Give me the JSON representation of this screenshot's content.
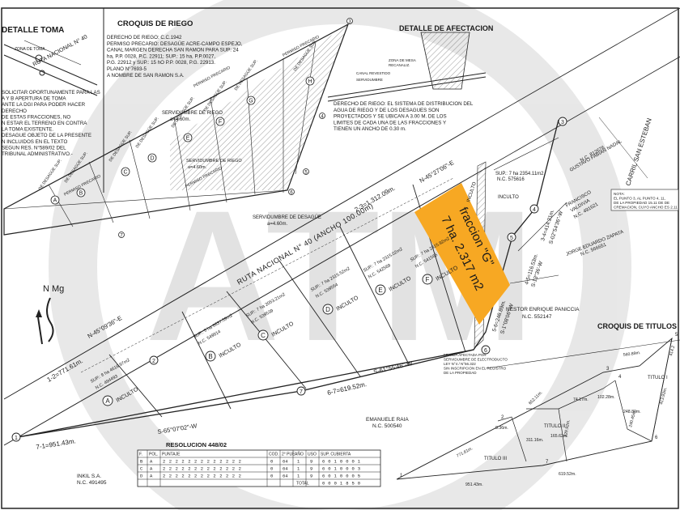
{
  "headers": {
    "toma": "DETALLE TOMA",
    "croquis_riego": "CROQUIS DE RIEGO",
    "afectacion": "DETALLE DE AFECTACION",
    "titulos": "CROQUIS DE TITULOS"
  },
  "highlight": {
    "line1": "fraccion \"G\"",
    "line2": "7 ha. 2.317 m2",
    "color": "#f7a823"
  },
  "watermark": "ATM",
  "roads": {
    "ruta_main": "RUTA NACIONAL N° 40  (ANCHO 100.00m)",
    "ruta_toma": "RUTA NACIONAL N° 40",
    "carril": "CARRIL SAN ESTEBAN"
  },
  "north": "N Mg",
  "riego_text": [
    "DERECHO DE RIEGO: C.C.1942",
    "PERMISO PRECARIO: DESAGÜE ACRE-CAMPO ESPEJO,",
    "CANAL MARGEN DERECHA SAN RAMON PARA SUP: 24",
    "ha, P.P. 0028, P.C. 22911; SUP.: 15 ha, P.P.0027,",
    "P.G. 22912 y SUP.: 15 hO P.P. 0028, P.G. 22913.",
    "PLANO N°7693-5",
    "A NOMBRE DE SAN RAMON S.A."
  ],
  "afect_text": [
    "DERECHO DE RIEGO: EL SISTEMA DE DISTRIBUCION DEL",
    "AGUA DE RIEGO Y DE LOS DESAGUES SON",
    "PROYECTADOS Y SE UBICAN A 3.00 M. DE LOS",
    "LIMITES DE CADA UNA DE LAS FRACCIONES Y",
    "TIENEN UN ANCHO DE 0.30 m."
  ],
  "left_text": [
    "SOLICITAR OPORTUNAMENTE PARA LAS",
    "A Y B APERTURA DE TOMA",
    "ANTE LA DGI PARA PODER HACER",
    "DERECHO",
    "DE ESTAS FRACCIONES, NO",
    "N ESTAR EL TERRENO EN CONTRA",
    "LA TOMA EXISTENTE.",
    "DESAGUE OBJETO DE LA PRESENTE",
    "N INCLUIDOS EN EL TEXTO",
    "SEGUN RES. N°589/02 DEL",
    "TRIBUNAL ADMINISTRATIVO.-"
  ],
  "servidumbres": {
    "riego": "SERVIDUMBRE DE RIEGO",
    "riego_w": "a=4.60m.",
    "desague": "SERVIDUMBRE DE DESAGÜE",
    "desague_w": "a=4.60m.",
    "permiso1": "PERMISO PRECARIO",
    "permiso2": "PERMISO PRECARIO",
    "permiso3": "PERMISO PRECARIO"
  },
  "fractions": [
    {
      "id": "A",
      "label": "INCULTO",
      "sup": "SUP.: 8 ha 4618.97m2",
      "nc": "N.C. 494493"
    },
    {
      "id": "B",
      "label": "INCULTO",
      "sup": "SUP.: 5 ha 6637.59m2",
      "nc": "N.C. 549914"
    },
    {
      "id": "C",
      "label": "INCULTO",
      "sup": "SUP.: 7 ha 2053.21m2",
      "nc": "N.C. 539539"
    },
    {
      "id": "D",
      "label": "INCULTO",
      "sup": "SUP.: 7 ha 2315.52m2",
      "nc": "N.C. 539554"
    },
    {
      "id": "E",
      "label": "INCULTO",
      "sup": "SUP.: 7 ha 2315.02m2",
      "nc": "N.C. 542569"
    },
    {
      "id": "F",
      "label": "INCULTO",
      "sup": "SUP.: 7 ha 2315.92m2",
      "nc": "N.C. 541565"
    }
  ],
  "dims": {
    "d12": "1-2=771.61m.",
    "d23": "2-3=1.312.09m.",
    "d71": "7-1=951.43m.",
    "d67": "6-7=619.52m.",
    "b_n45_09": "N-45°09'36\"-E",
    "b_n45_27": "N-45°27'06\"-E",
    "b_s65": "S-65°07'02\"-W",
    "b_s61": "S-61°55'46\"-W",
    "d56": "5-6=246.89m.",
    "d56b": "S-1°08'06\"-W",
    "d45": "4-5=116.53m.",
    "d45b": "S-13°36'-W",
    "d34": "3-4=414.21m.",
    "d34b": "S-02°54'36\"-W",
    "vert": "INCULTO"
  },
  "owners": [
    "GUSTAVO FABIAN NADAL",
    "N.C. 812676",
    "FRANCISCO",
    "VALDIVIA",
    "N.C. 491621",
    "JORGE EDUARDO ZAPATA",
    "N.C. 566651",
    "NESTOR ENRIQUE PANICCIA",
    "N.C. 552147",
    "EMANUELE RAIA",
    "N.C. 500540",
    "INKIL S.A.",
    "N.C. 491495"
  ],
  "g_sup": "SUP.: 7 ha 2354.11m2",
  "g_nc": "N.C. 575616",
  "electro": [
    "FRANJA AFECTADA POR",
    "SERVIDUMBRE DE ELECTRODUCTO",
    "LEY N°4 / N°56.322",
    "SIN INSCRIPCION EN EL REGISTRO",
    "DE LA PROPIEDAD"
  ],
  "nota": [
    "NOTA:",
    "EL PUNTO 3, AL PUNTO 4, 11,",
    "DE LA PROPIEDAD 15.11 DE DE",
    "CREMACION, CUYO ANCHO ES 2.11"
  ],
  "resolucion": "RESOLUCION 448/02",
  "table": {
    "headers": [
      "F.",
      "POL.",
      "PUNTAJE",
      "COD.",
      "2° PUE",
      "AÑO",
      "USO",
      "SUP. CUBIERTA"
    ],
    "rows": [
      {
        "f": "B",
        "pol": "A",
        "digits": "2222222222222",
        "cod": "0",
        "pue": "64",
        "ano": "1",
        "uso": "9",
        "sup": "6010001"
      },
      {
        "f": "C",
        "pol": "A",
        "digits": "2222222222222",
        "cod": "0",
        "pue": "64",
        "ano": "1",
        "uso": "9",
        "sup": "6010003"
      },
      {
        "f": "D",
        "pol": "A",
        "digits": "2222222222222",
        "cod": "0",
        "pue": "64",
        "ano": "1",
        "uso": "9",
        "sup": "6010005"
      }
    ],
    "total_label": "TOTAL",
    "total": "0001850"
  },
  "titulos": {
    "t1": "TITULO I",
    "t2": "TITULO II",
    "t3": "TITULO III",
    "dims": [
      "560.89m.",
      "652.11m.",
      "74.17m.",
      "102.28m.",
      "248.80m.",
      "413.93m.",
      "8.36m.",
      "311.16m.",
      "165.62m.",
      "229.92m.",
      "771.61m.",
      "951.43m.",
      "619.52m.",
      "240.45m.",
      "414.2"
    ]
  },
  "toma_labels": [
    "RUTA NACIONAL N° 40",
    "ZONA DE TOMA",
    "SERVIDUMBRE DE RIEGO"
  ],
  "afect_labels": [
    "ZONA DE MESA",
    "RECANALIZ.",
    "CANAL REVESTIDO",
    "SERVIDUMBRE"
  ],
  "riego_fracs": [
    {
      "id": "A",
      "txt": "DE DESAGÜE SUP."
    },
    {
      "id": "B",
      "txt": "DE DESAGÜE SUP."
    },
    {
      "id": "C",
      "txt": "DE DESAGÜE SUP."
    },
    {
      "id": "D",
      "txt": "DE DESAGÜE SUP."
    },
    {
      "id": "E",
      "txt": "DE DESAGÜE SUP."
    },
    {
      "id": "F",
      "txt": "DE DESAGÜE SUP."
    },
    {
      "id": "G",
      "txt": "DE DESAGÜE SUP."
    },
    {
      "id": "H",
      "txt": "DE DESAGÜE SUP."
    }
  ],
  "points": [
    "1",
    "2",
    "3",
    "4",
    "5",
    "6",
    "7"
  ],
  "riego_points": [
    "3",
    "4",
    "5",
    "6",
    "7"
  ],
  "tit_points": [
    "1",
    "2",
    "3",
    "4",
    "5",
    "6",
    "7"
  ]
}
